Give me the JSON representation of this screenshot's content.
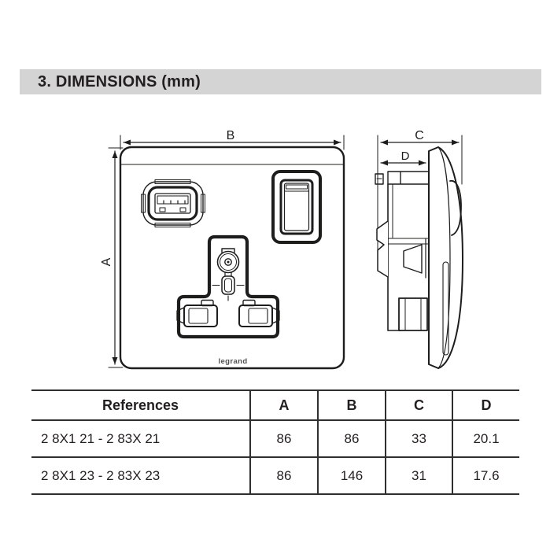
{
  "section_title": "3. DIMENSIONS (mm)",
  "front_view": {
    "dim_width_label": "B",
    "dim_height_label": "A",
    "logo_text": "legrand"
  },
  "side_view": {
    "dim_depth_total_label": "C",
    "dim_depth_front_label": "D"
  },
  "table": {
    "headers": [
      "References",
      "A",
      "B",
      "C",
      "D"
    ],
    "rows": [
      [
        "2 8X1 21 - 2 83X 21",
        "86",
        "86",
        "33",
        "20.1"
      ],
      [
        "2 8X1 23 - 2 83X 23",
        "86",
        "146",
        "31",
        "17.6"
      ]
    ]
  },
  "colors": {
    "title_bar_bg": "#d4d4d4",
    "line_color": "#1d1d1b",
    "text_color": "#231f20",
    "table_border": "#2f2f2f",
    "logo_gray": "#4f4f4f"
  }
}
